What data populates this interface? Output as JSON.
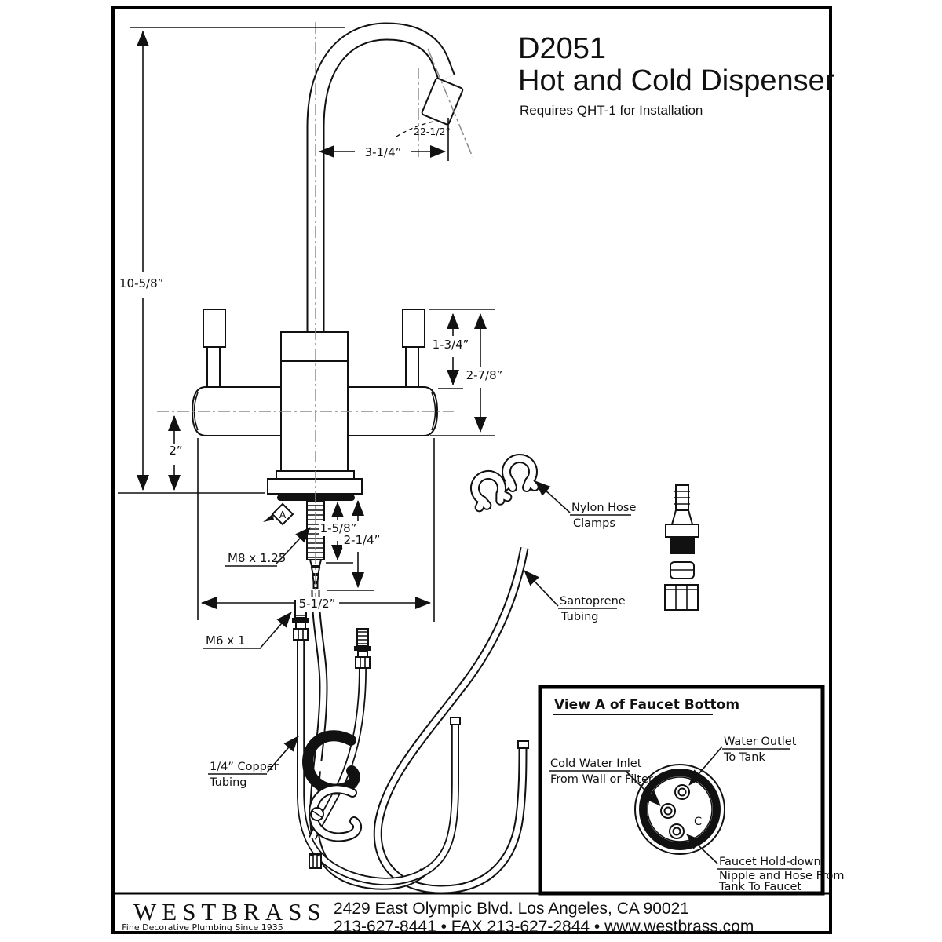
{
  "title": {
    "code": "D2051",
    "name": "Hot and Cold Dispenser",
    "note": "Requires QHT-1 for Installation"
  },
  "dimensions": {
    "overall_height": "10-5/8”",
    "spout_reach": "3-1/4”",
    "spout_angle": "22-1/2°",
    "handle_above_body": "1-3/4”",
    "handle_height": "2-7/8”",
    "body_height": "2”",
    "shank_thread": "M8 x 1.25",
    "shank_exposed": "1-5/8”",
    "shank_length": "2-1/4”",
    "tube_spread": "5-1/2”",
    "tube_thread": "M6 x 1",
    "datum": "A"
  },
  "callouts": {
    "clamps": {
      "line1": "Nylon Hose",
      "line2": "Clamps"
    },
    "santoprene": {
      "line1": "Santoprene",
      "line2": "Tubing"
    },
    "copper": {
      "line1": "1/4” Copper",
      "line2": "Tubing"
    }
  },
  "inset": {
    "title": "View A of Faucet Bottom",
    "water_outlet": {
      "line1": "Water Outlet",
      "line2": "To Tank"
    },
    "cold_inlet": {
      "line1": "Cold Water Inlet",
      "line2": "From Wall or Filter"
    },
    "holddown": {
      "line1": "Faucet Hold-down",
      "line2": "Nipple and Hose From",
      "line3": "Tank To Faucet"
    },
    "center_mark": "C"
  },
  "footer": {
    "brand": "WESTBRASS",
    "tagline": "Fine Decorative Plumbing Since 1935",
    "address": "2429 East Olympic Blvd. Los Angeles, CA  90021",
    "contact": "213-627-8441 • FAX 213-627-2844 • www.westbrass.com"
  }
}
